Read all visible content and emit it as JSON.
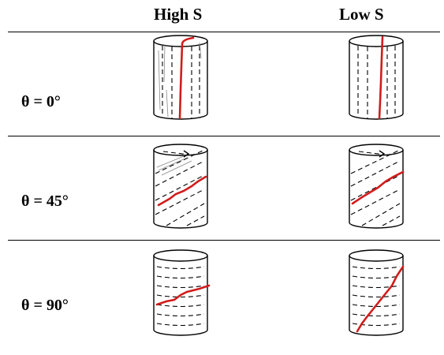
{
  "headers": {
    "high": "High S",
    "low": "Low S"
  },
  "rows": [
    {
      "label": "θ = 0°",
      "pattern": "vertical",
      "high_crack": "vertical",
      "low_crack": "vertical"
    },
    {
      "label": "θ = 45°",
      "pattern": "diagonal",
      "high_crack": "diagonal",
      "low_crack": "diagonal"
    },
    {
      "label": "θ = 90°",
      "pattern": "horizontal",
      "high_crack": "shallow-diagonal",
      "low_crack": "steep-diagonal"
    }
  ],
  "colors": {
    "crack": "#d11c1c",
    "lines": "#000000"
  }
}
